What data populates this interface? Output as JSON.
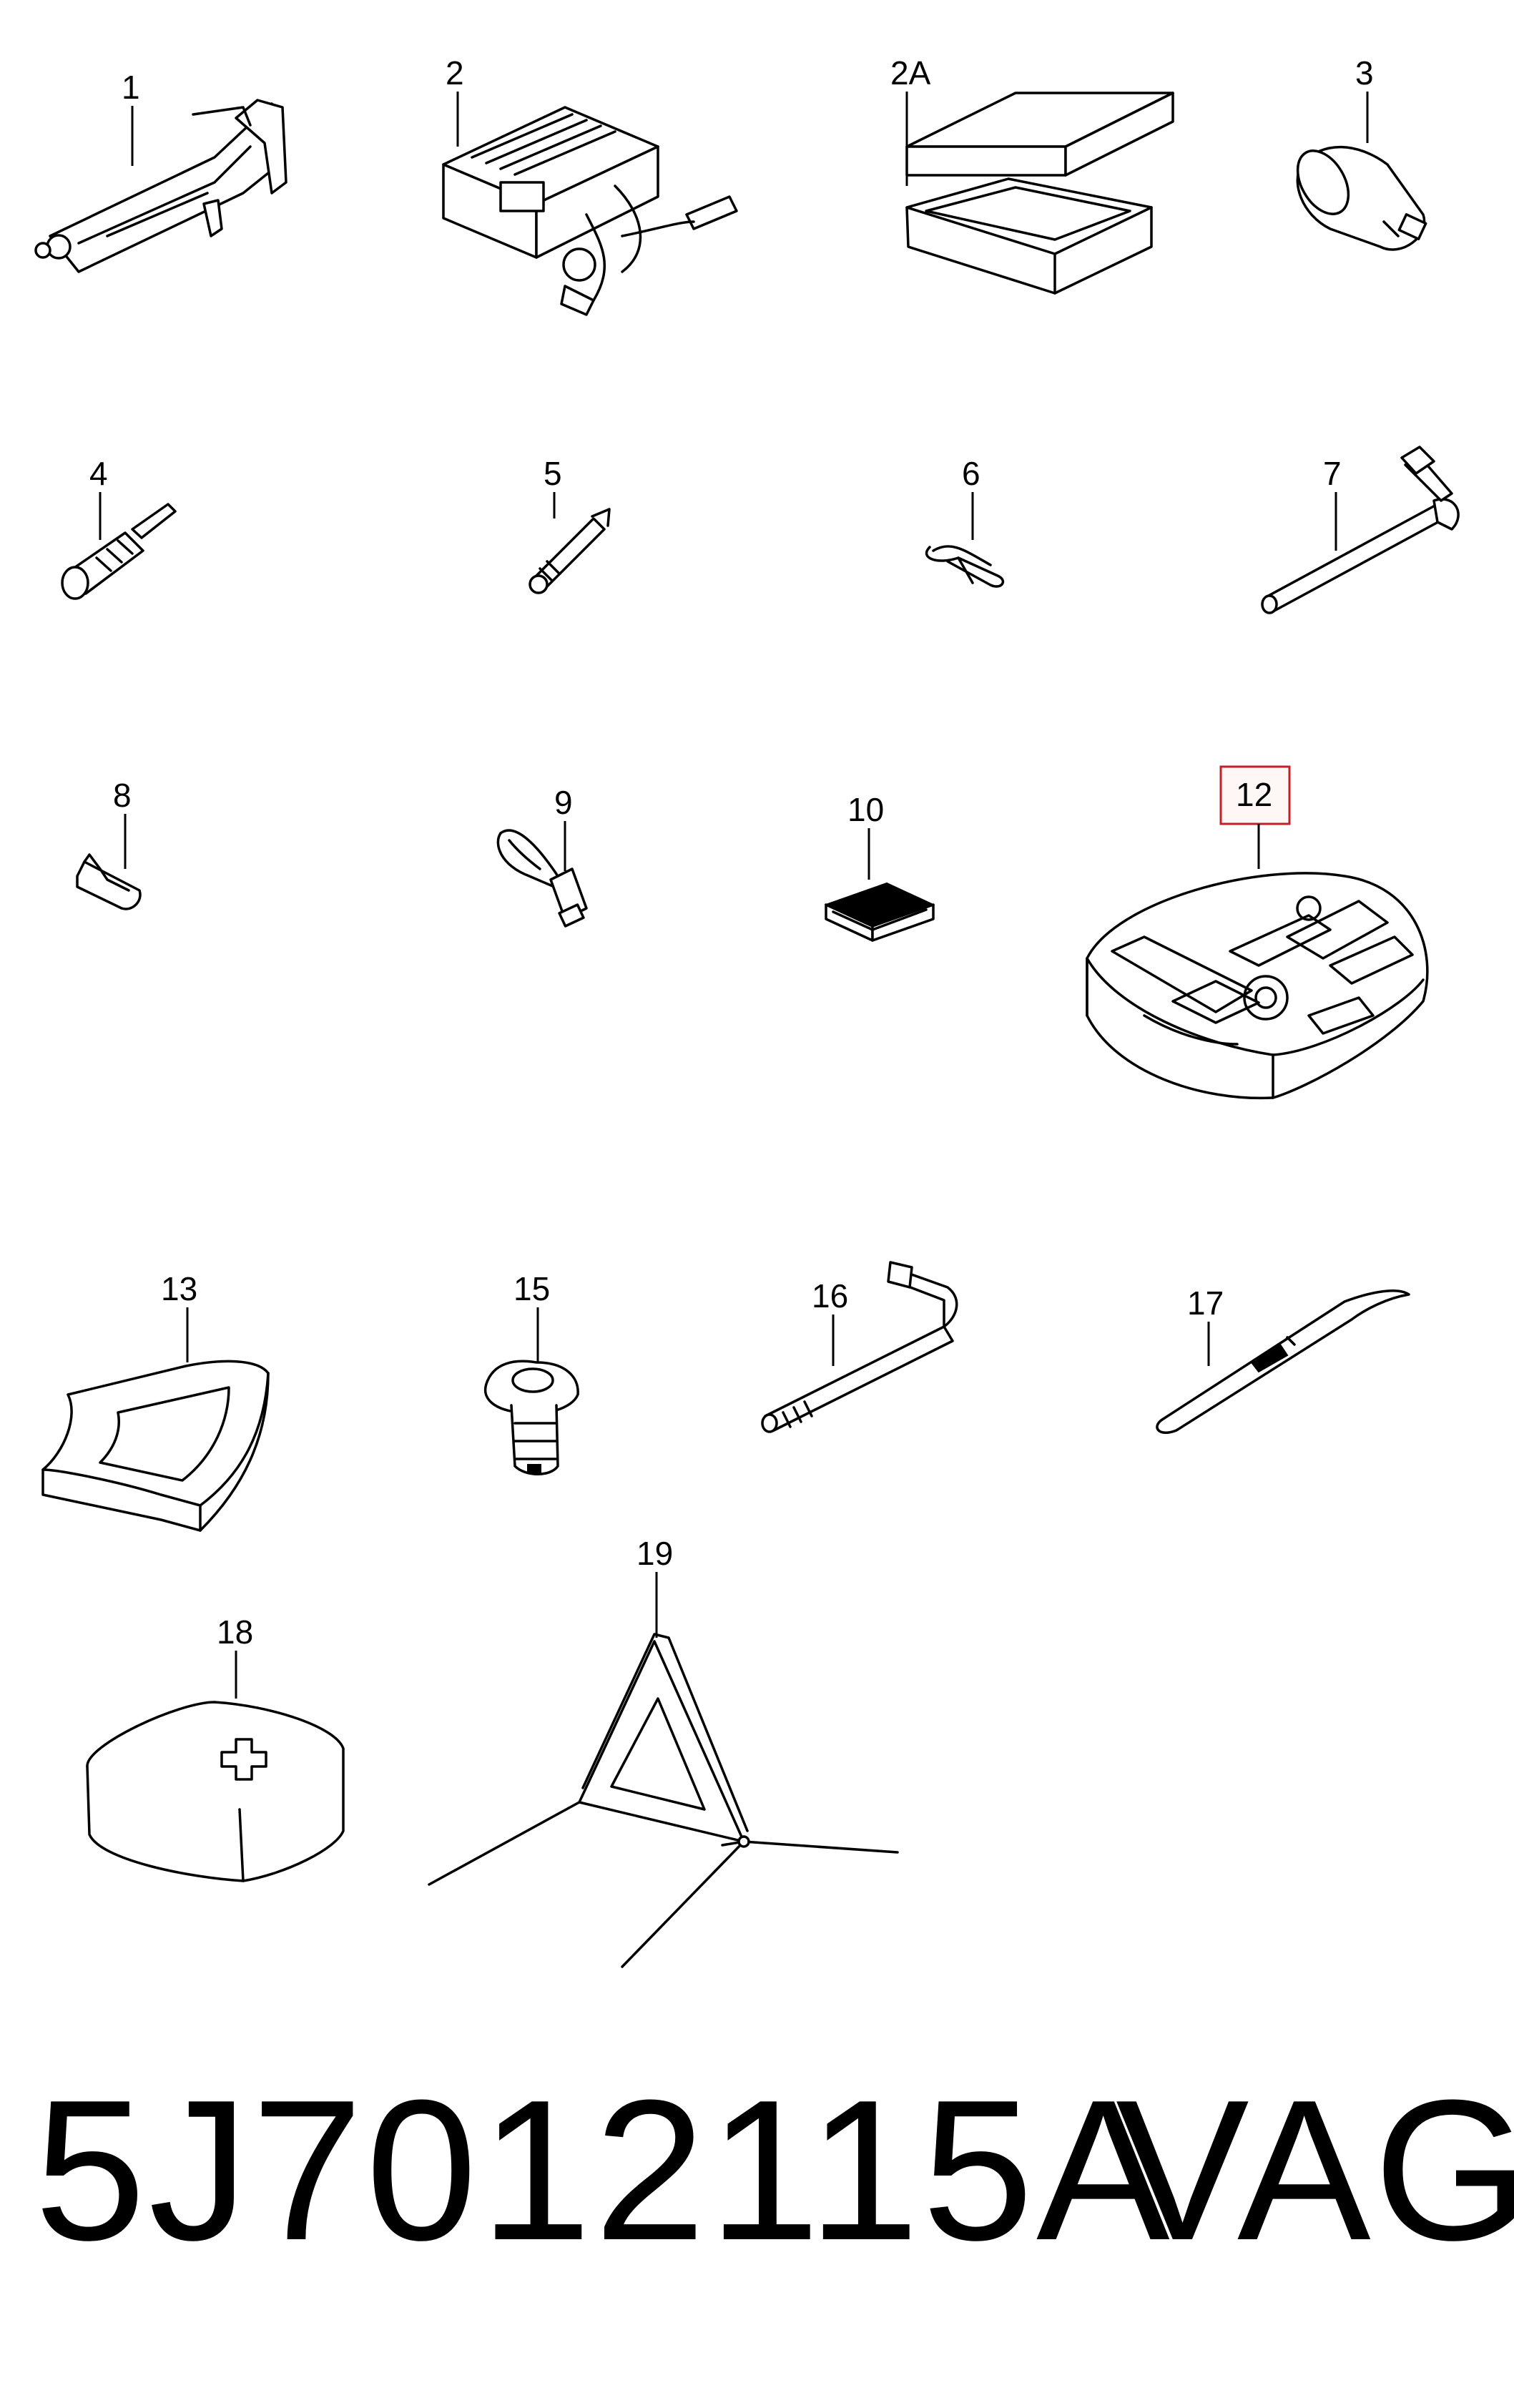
{
  "callouts": {
    "c1": "1",
    "c2": "2",
    "c2a": "2A",
    "c3": "3",
    "c4": "4",
    "c5": "5",
    "c6": "6",
    "c7": "7",
    "c8": "8",
    "c9": "9",
    "c10": "10",
    "c12": "12",
    "c13": "13",
    "c15": "15",
    "c16": "16",
    "c17": "17",
    "c18": "18",
    "c19": "19"
  },
  "highlight": {
    "item": "12",
    "border_color": "#c0202a"
  },
  "footer": {
    "part_number": "5J7012115A",
    "brand": "VAG"
  }
}
